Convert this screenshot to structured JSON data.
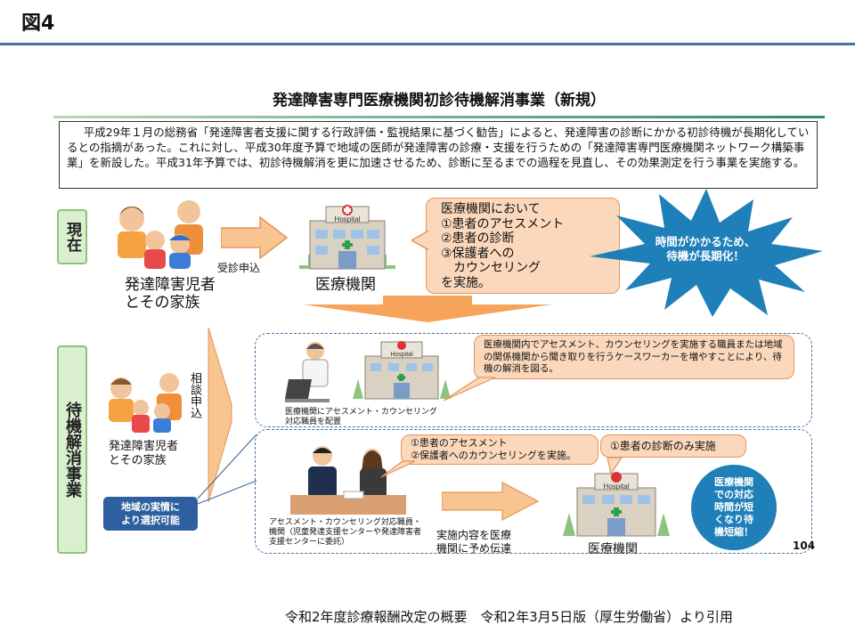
{
  "figure_label": "図4",
  "slide": {
    "title": "発達障害専門医療機関初診待機解消事業（新規）",
    "intro": "平成29年１月の総務省「発達障害者支援に関する行政評価・監視結果に基づく勧告」によると、発達障害の診断にかかる初診待機が長期化しているとの指摘があった。これに対し、平成30年度予算で地域の医師が発達障害の診療・支援を行うための「発達障害専門医療機関ネットワーク構築事業」を新設した。平成31年予算では、初診待機解消を更に加速させるため、診断に至るまでの過程を見直し、その効果測定を行う事業を実施する。",
    "page_number": "104"
  },
  "current": {
    "label": "現在",
    "family_label": "発達障害児者\nとその家族",
    "arrow_label": "受診申込",
    "hospital_label": "医療機関",
    "hospital_sign": "Hospital",
    "speech": "医療機関において\n①患者のアセスメント\n②患者の診断\n③保護者への\n　カウンセリング\nを実施。",
    "starburst": "時間がかかるため、\n待機が長期化！"
  },
  "project": {
    "label": "待機解消事業",
    "family_label": "発達障害児者\nとその家族",
    "arrow_label": "相談申込",
    "area_note": "地域の実情に\nより選択可能",
    "option1": {
      "staff_caption": "医療機関にアセスメント・カウンセリング\n対応職員を配置",
      "speech": "医療機関内でアセスメント、カウンセリングを実施する職員または地域の関係機関から聞き取りを行うケースワーカーを増やすことにより、待機の解消を図る。"
    },
    "option2": {
      "staff_caption": "アセスメント・カウンセリング対応職員・機関（児童発達支援センターや発達障害者支援センターに委託）",
      "speech": "①患者のアセスメント\n②保護者へのカウンセリングを実施。",
      "transfer_label": "実施内容を医療\n機関に予め伝達",
      "hospital_speech": "①患者の診断のみ実施",
      "hospital_label": "医療機関",
      "result": "医療機関\nでの対応\n時間が短\nくなり待\n機短縮！"
    }
  },
  "source": "令和2年度診療報酬改定の概要　令和2年3月5日版（厚生労働省）より引用",
  "colors": {
    "accent_blue": "#2e5f9e",
    "label_green": "#d9efcf",
    "speech_peach": "#fbd8bc",
    "arrow_orange": "#f6a45b",
    "starburst_blue": "#1f7fb8"
  }
}
